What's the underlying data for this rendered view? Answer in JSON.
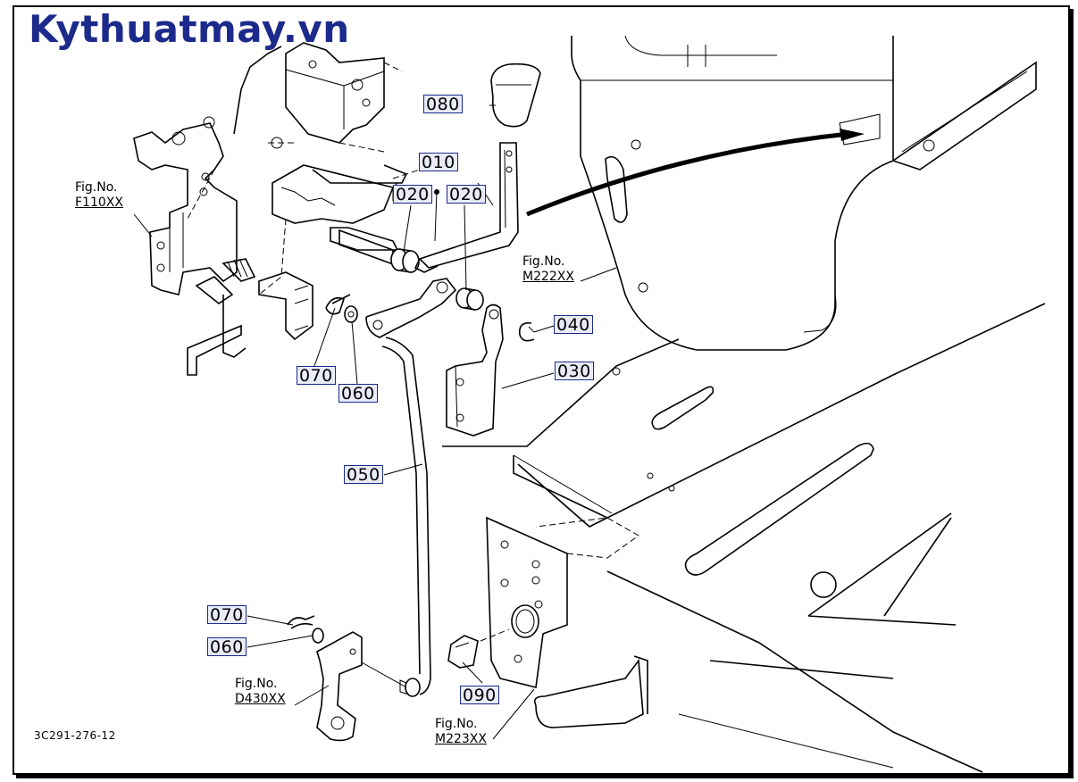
{
  "watermark": "Kythuatmay.vn",
  "document_id": "3C291-276-12",
  "part_labels": {
    "p080": "080",
    "p010": "010",
    "p020a": "020",
    "p020b": "020",
    "p040": "040",
    "p030": "030",
    "p070a": "070",
    "p060a": "060",
    "p050": "050",
    "p070b": "070",
    "p060b": "060",
    "p090": "090"
  },
  "figure_refs": {
    "f110": {
      "line1": "Fig.No.",
      "line2": "F110XX"
    },
    "m222": {
      "line1": "Fig.No.",
      "line2": "M222XX"
    },
    "d430": {
      "line1": "Fig.No.",
      "line2": "D430XX"
    },
    "m223": {
      "line1": "Fig.No.",
      "line2": "M223XX"
    }
  },
  "colors": {
    "label_border": "#1c2a8c",
    "label_fill": "#e9ecf8",
    "watermark": "#1c2a8c"
  }
}
